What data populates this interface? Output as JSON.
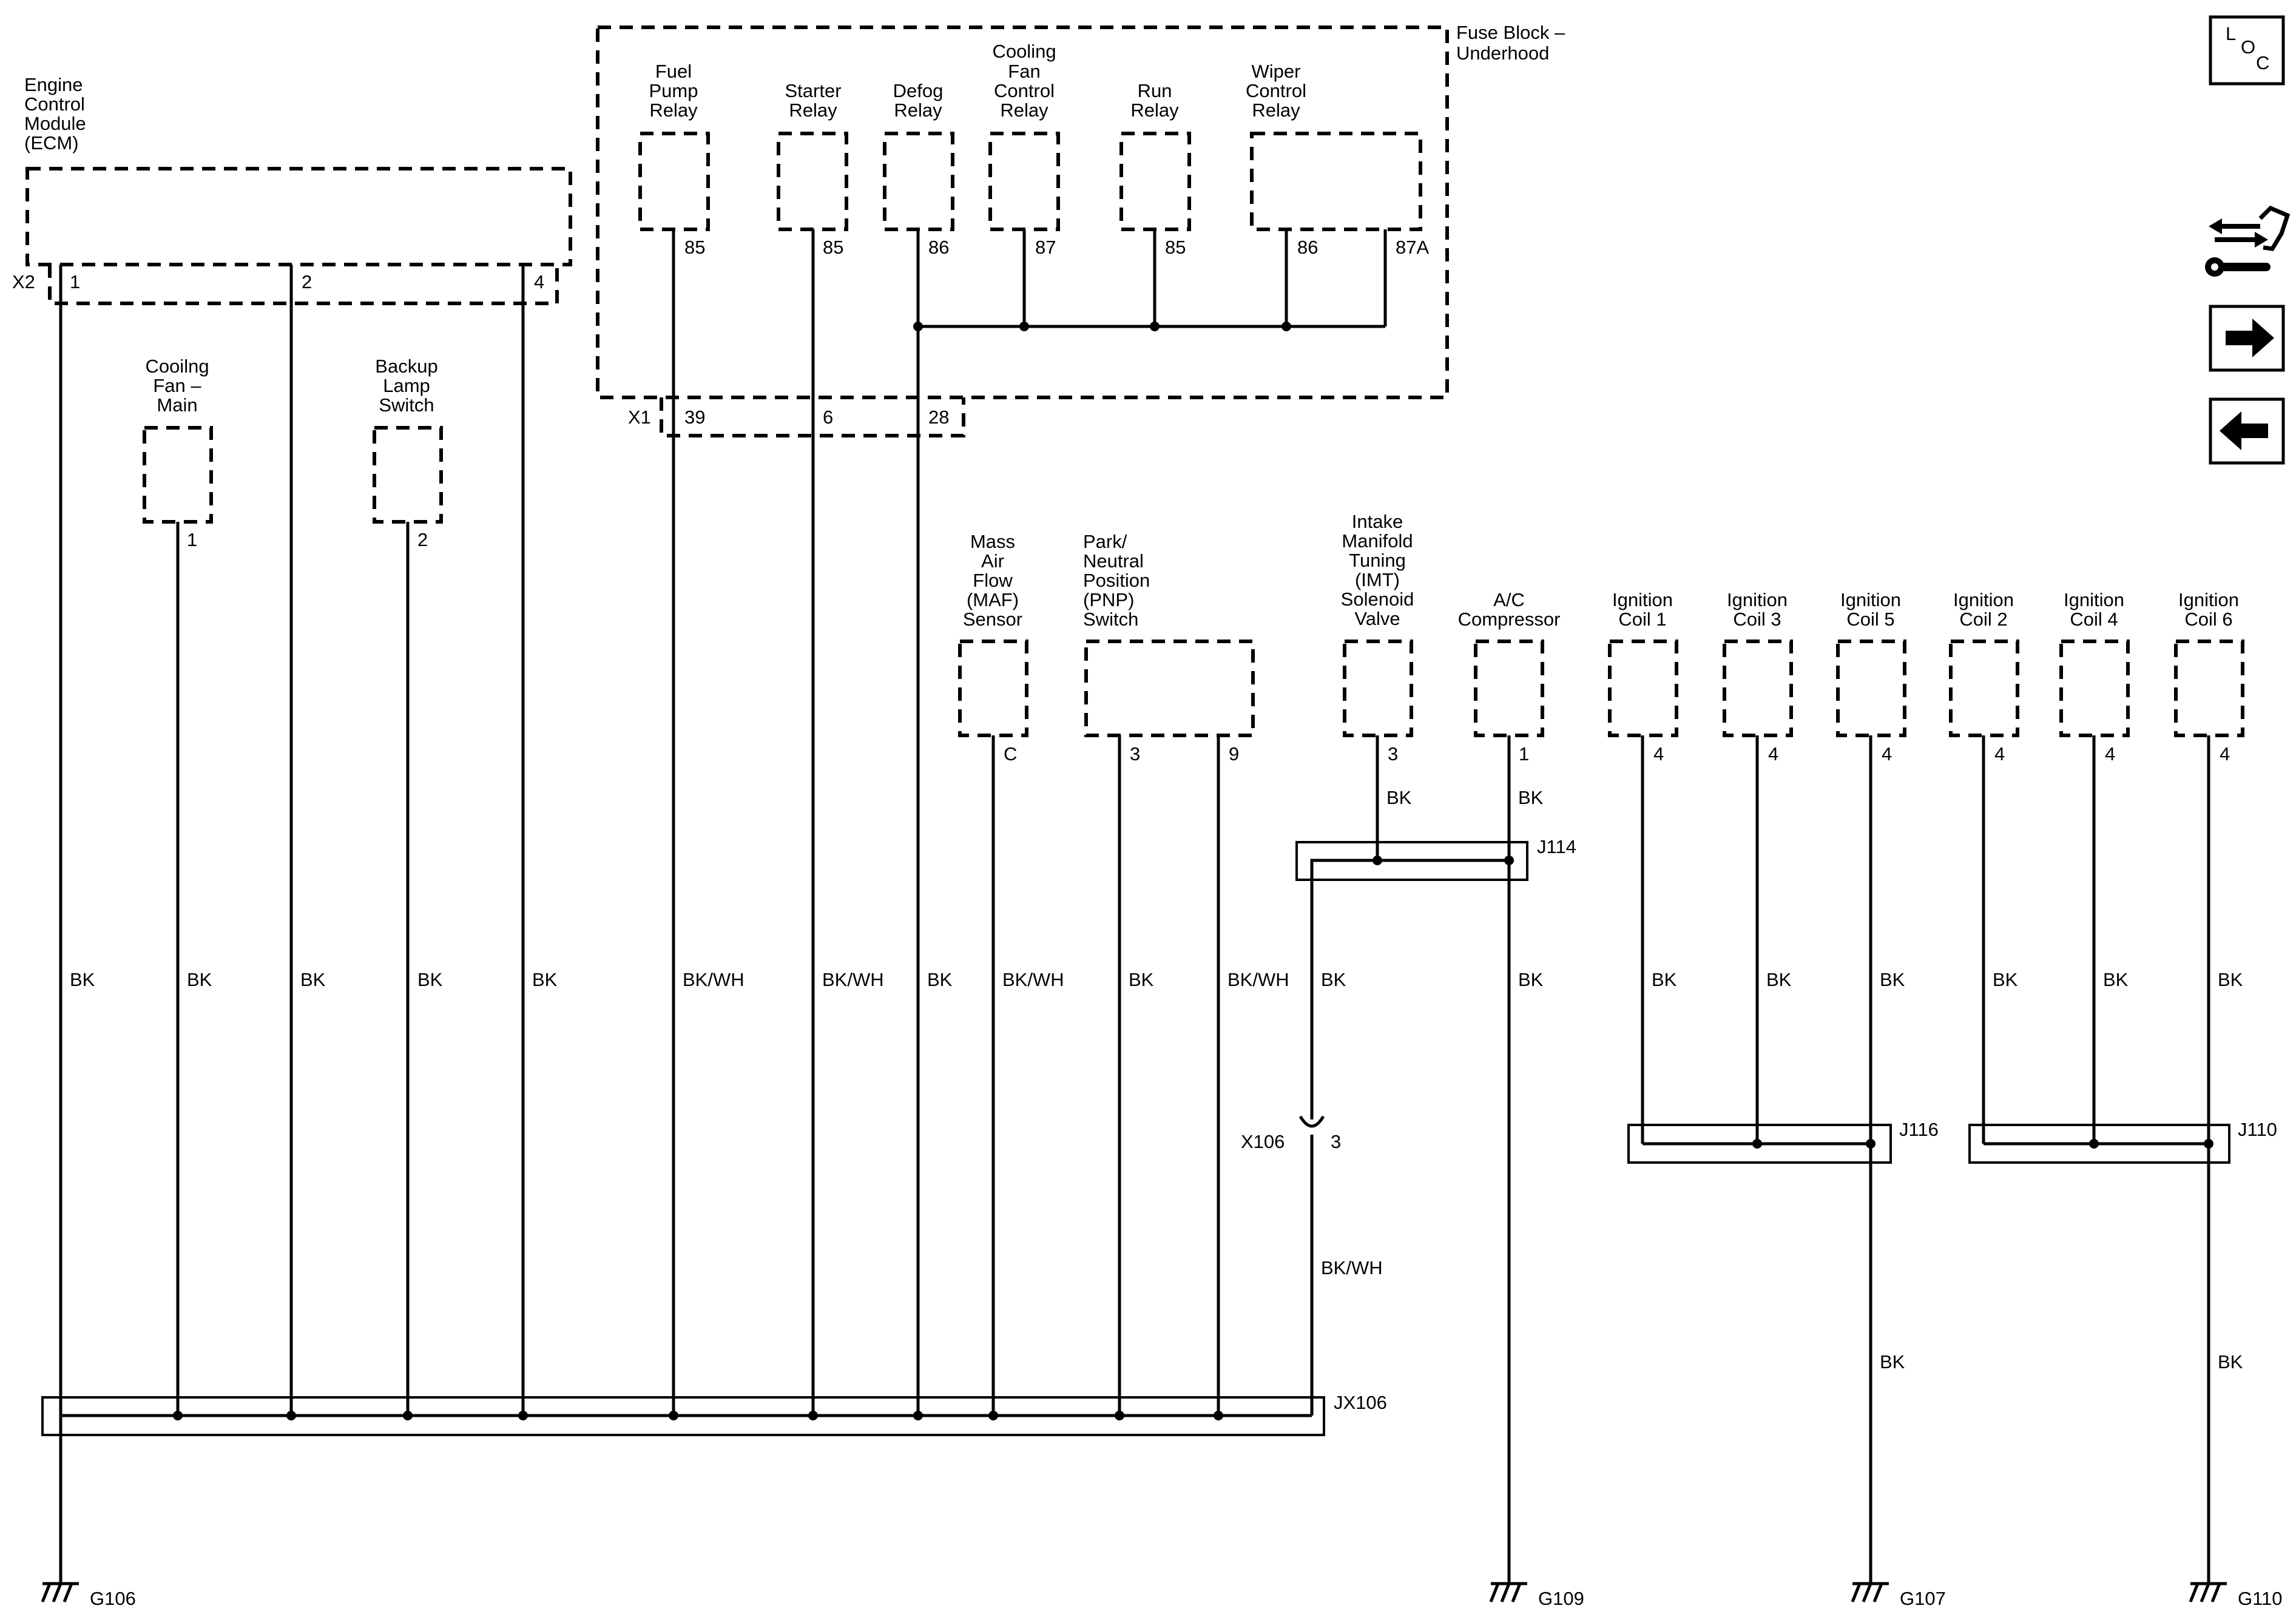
{
  "fuse_block": {
    "title_line1": "Fuse Block –",
    "title_line2": "Underhood",
    "connector": "X1"
  },
  "relays": [
    {
      "lines": [
        "Fuel",
        "Pump",
        "Relay"
      ],
      "pin": "85",
      "cavity": "39",
      "wire": "BK/WH"
    },
    {
      "lines": [
        "Starter",
        "Relay"
      ],
      "pin": "85",
      "cavity": "6",
      "wire": "BK/WH"
    },
    {
      "lines": [
        "Defog",
        "Relay"
      ],
      "pin": "86",
      "cavity": "28",
      "wire": "BK"
    },
    {
      "lines": [
        "Cooling",
        "Fan",
        "Control",
        "Relay"
      ],
      "pin": "87"
    },
    {
      "lines": [
        "Run",
        "Relay"
      ],
      "pin": "85"
    },
    {
      "lines": [
        "Wiper",
        "Control",
        "Relay"
      ],
      "pins": [
        "86",
        "87A"
      ]
    }
  ],
  "ecm": {
    "lines": [
      "Engine",
      "Control",
      "Module",
      "(ECM)"
    ],
    "connector": "X2",
    "pins": [
      "1",
      "2",
      "4"
    ],
    "wires": [
      "BK",
      "BK",
      "BK"
    ]
  },
  "cooling_fan": {
    "lines": [
      "Cooilng",
      "Fan –",
      "Main"
    ],
    "pin": "1",
    "wire": "BK"
  },
  "backup_lamp": {
    "lines": [
      "Backup",
      "Lamp",
      "Switch"
    ],
    "pin": "2",
    "wire": "BK"
  },
  "maf": {
    "lines": [
      "Mass",
      "Air",
      "Flow",
      "(MAF)",
      "Sensor"
    ],
    "pin": "C",
    "wire": "BK/WH"
  },
  "pnp": {
    "lines": [
      "Park/",
      "Neutral",
      "Position",
      "(PNP)",
      "Switch"
    ],
    "pins": [
      "3",
      "9"
    ],
    "wires": [
      "BK",
      "BK/WH"
    ]
  },
  "imt": {
    "lines": [
      "Intake",
      "Manifold",
      "Tuning",
      "(IMT)",
      "Solenoid",
      "Valve"
    ],
    "pin": "3",
    "wire": "BK"
  },
  "ac": {
    "lines": [
      "A/C",
      "Compressor"
    ],
    "pin": "1",
    "wire": "BK"
  },
  "coils": [
    {
      "lines": [
        "Ignition",
        "Coil 1"
      ],
      "pin": "4",
      "wire": "BK"
    },
    {
      "lines": [
        "Ignition",
        "Coil 3"
      ],
      "pin": "4",
      "wire": "BK"
    },
    {
      "lines": [
        "Ignition",
        "Coil 5"
      ],
      "pin": "4",
      "wire": "BK"
    },
    {
      "lines": [
        "Ignition",
        "Coil 2"
      ],
      "pin": "4",
      "wire": "BK"
    },
    {
      "lines": [
        "Ignition",
        "Coil 4"
      ],
      "pin": "4",
      "wire": "BK"
    },
    {
      "lines": [
        "Ignition",
        "Coil 6"
      ],
      "pin": "4",
      "wire": "BK"
    }
  ],
  "splices": {
    "j114": "J114",
    "j116": "J116",
    "j110": "J110",
    "jx106": "JX106"
  },
  "x106": {
    "label": "X106",
    "pin": "3",
    "wire_below": "BK/WH",
    "wire_above": "BK"
  },
  "ground_wires": {
    "g107": "BK",
    "g110": "BK"
  },
  "grounds": {
    "g106": "G106",
    "g109": "G109",
    "g107": "G107",
    "g110": "G110"
  },
  "nav": {
    "loc_l": "L",
    "loc_o": "O",
    "loc_c": "C"
  },
  "icons": [
    "loc-icon",
    "connector-view-icon",
    "next-arrow-icon",
    "back-arrow-icon"
  ]
}
